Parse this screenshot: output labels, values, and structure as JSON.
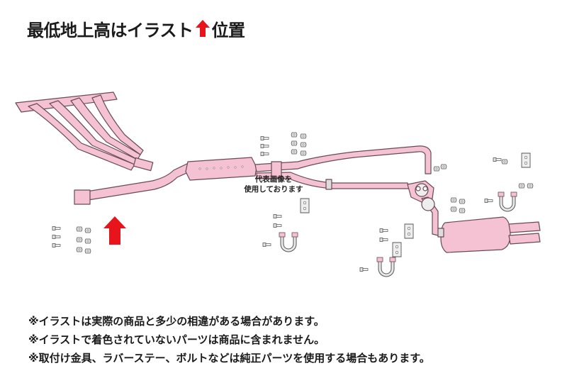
{
  "title": {
    "before": "最低地上高はイラスト",
    "after": "位置",
    "arrow_icon": "up-arrow-icon"
  },
  "diagram": {
    "caption_line1": "代表画像を",
    "caption_line2": "使用しております",
    "colors": {
      "pipe_fill": "#f4c2d2",
      "pipe_stroke": "#6a4a55",
      "arrow": "#e8141b",
      "hardware_fill": "#e8e8e8"
    }
  },
  "notes": [
    "※イラストは実際の商品と多少の相違がある場合があります。",
    "※イラストで着色されていないパーツは商品に含まれません。",
    "※取付け金具、ラバーステー、ボルトなどは純正パーツを使用する場合もあります。"
  ]
}
